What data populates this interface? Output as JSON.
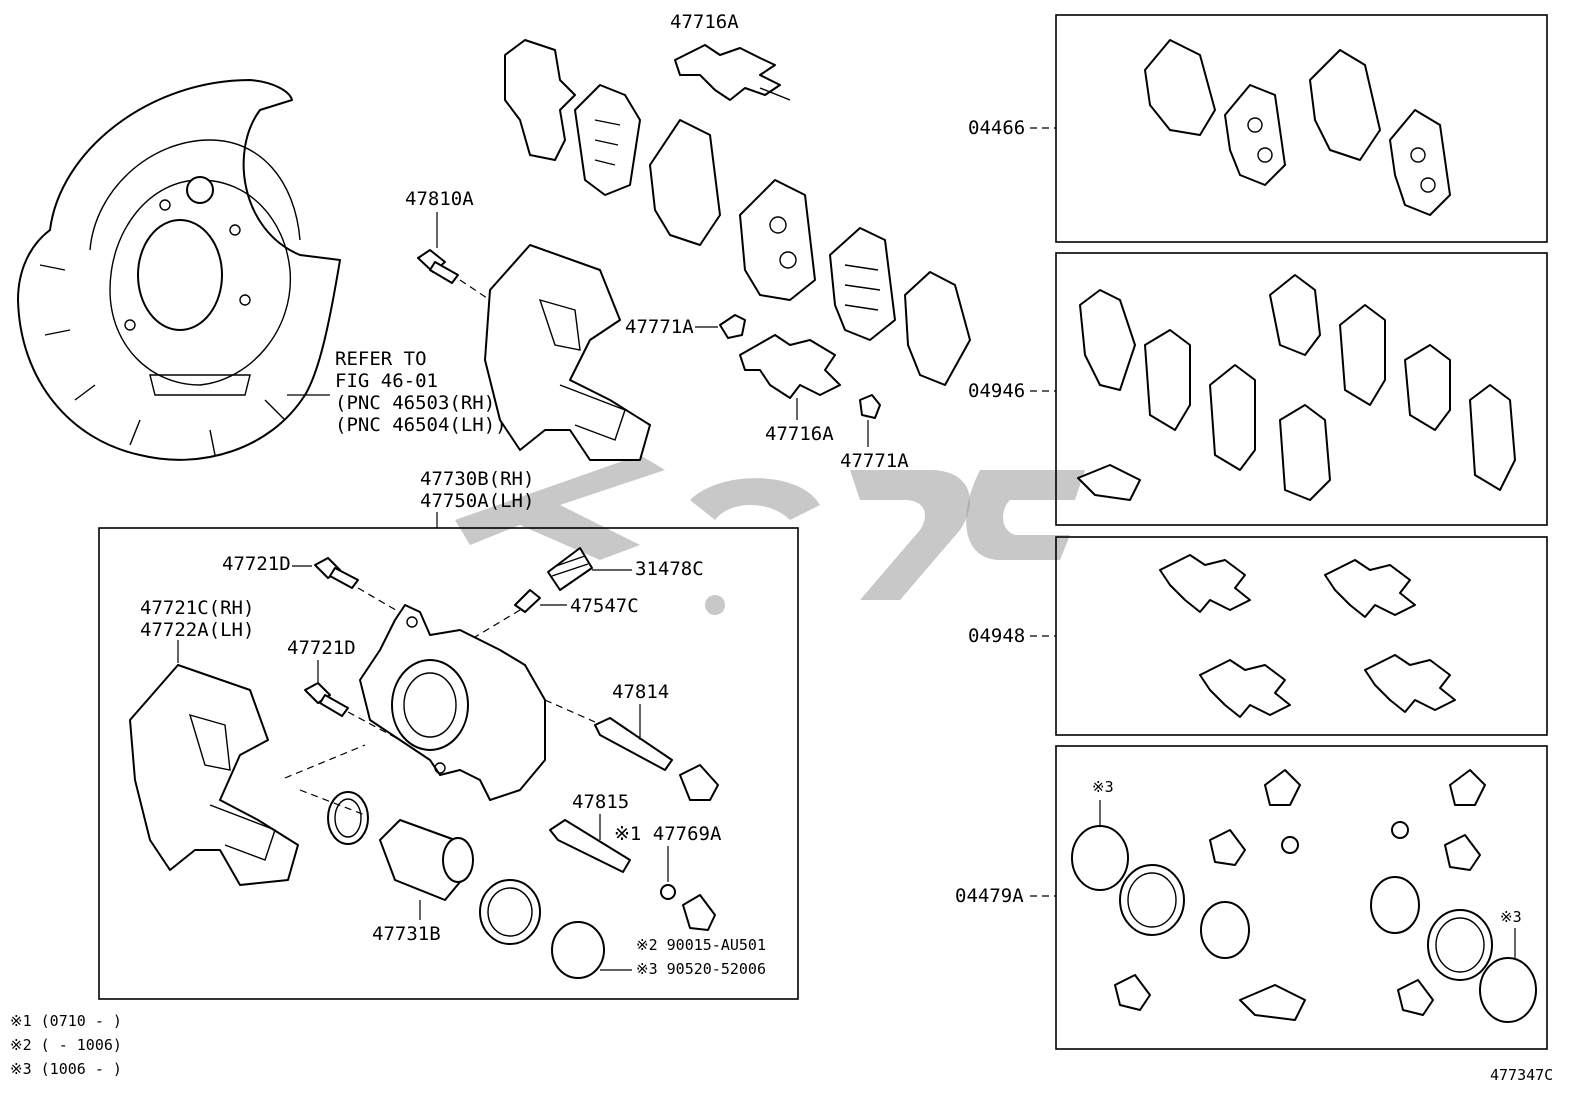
{
  "labels": {
    "p_47716A_top": "47716A",
    "p_47810A": "47810A",
    "p_47771A_left": "47771A",
    "p_47716A_mid": "47716A",
    "p_47771A_bottom": "47771A",
    "refer_line1": "REFER TO",
    "refer_line2": "FIG 46-01",
    "refer_line3": "(PNC 46503(RH))",
    "refer_line4": "(PNC 46504(LH))",
    "p_47730B": "47730B(RH)",
    "p_47750A": "47750A(LH)",
    "p_47721D_a": "47721D",
    "p_31478C": "31478C",
    "p_47547C": "47547C",
    "p_47721C": "47721C(RH)",
    "p_47722A": "47722A(LH)",
    "p_47721D_b": "47721D",
    "p_47814": "47814",
    "p_47815": "47815",
    "p_47769A": "※1 47769A",
    "p_47731B": "47731B",
    "p_90015": "※2 90015-AU501",
    "p_90520": "※3 90520-52006",
    "kit_04466": "04466",
    "kit_04946": "04946",
    "kit_04948": "04948",
    "kit_04479A": "04479A",
    "kit_mark_3a": "※3",
    "kit_mark_3b": "※3",
    "note1": "※1 (0710 -        )",
    "note2": "※2 (        - 1006)",
    "note3": "※3 (1006 -        )",
    "fig_id": "477347C"
  }
}
